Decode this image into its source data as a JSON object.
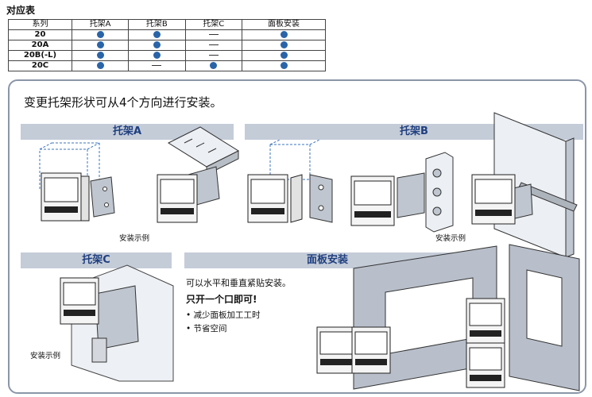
{
  "table": {
    "title": "对应表",
    "headers": [
      "系列",
      "托架A",
      "托架B",
      "托架C",
      "面板安装"
    ],
    "rows": [
      {
        "model": "20",
        "cells": [
          "dot",
          "dot",
          "dash",
          "dot"
        ]
      },
      {
        "model": "20A",
        "cells": [
          "dot",
          "dot",
          "dash",
          "dot"
        ]
      },
      {
        "model": "20B(-L)",
        "cells": [
          "dot",
          "dot",
          "dash",
          "dot"
        ]
      },
      {
        "model": "20C",
        "cells": [
          "dot",
          "dash",
          "dot",
          "dot"
        ]
      }
    ],
    "dot_color": "#2a64a8"
  },
  "main": {
    "title": "变更托架形状可从4个方向进行安装。",
    "sections": {
      "a": {
        "title": "托架A",
        "caption": "安装示例"
      },
      "b": {
        "title": "托架B",
        "caption": "安装示例"
      },
      "c": {
        "title": "托架C",
        "caption": "安装示例"
      },
      "panel": {
        "title": "面板安装",
        "line1": "可以水平和垂直紧贴安装。",
        "line2": "只开一个口即可!",
        "bullets": [
          "• 减少面板加工工时",
          "• 节省空间"
        ]
      }
    },
    "banner_color": "#c4ccd8",
    "title_color": "#1f3f7f"
  }
}
